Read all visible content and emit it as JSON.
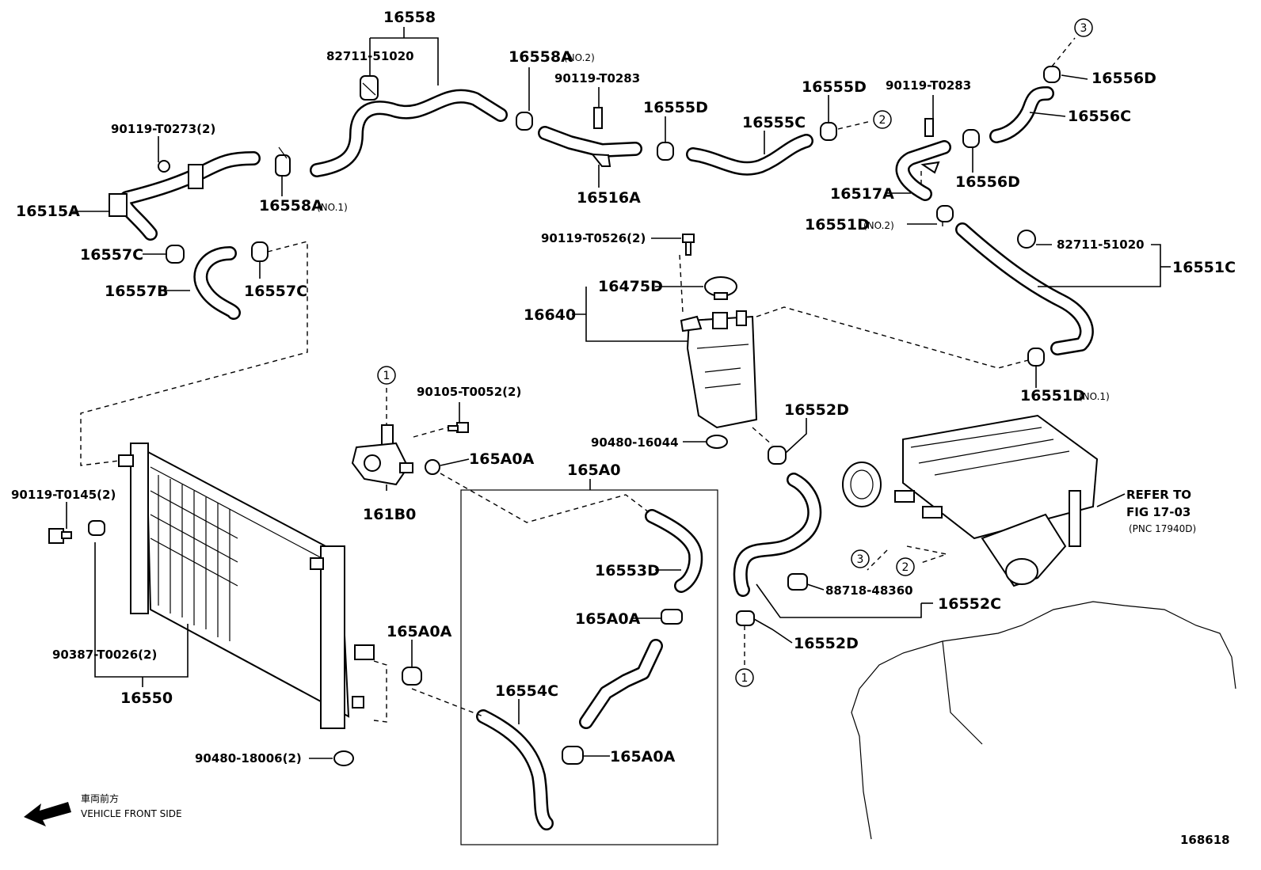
{
  "labels": {
    "p16558": "16558",
    "p82711_51020_a": "82711-51020",
    "p16558A_no2": "16558A",
    "p16558A_no2_note": "(NO.2)",
    "p90119_T0283_a": "90119-T0283",
    "p16555D_a": "16555D",
    "p16555D_b": "16555D",
    "p90119_T0283_b": "90119-T0283",
    "p16556D_a": "16556D",
    "p16556C": "16556C",
    "p16555C": "16555C",
    "p90119_T0273": "90119-T0273(2)",
    "p16515A": "16515A",
    "p16558A_no1": "16558A",
    "p16558A_no1_note": "(NO.1)",
    "p16516A": "16516A",
    "p16517A": "16517A",
    "p16556D_b": "16556D",
    "p16551D_no2": "16551D",
    "p16551D_no2_note": "(NO.2)",
    "p90119_T0526": "90119-T0526(2)",
    "p82711_51020_b": "82711-51020",
    "p16551C": "16551C",
    "p16557C_a": "16557C",
    "p16557B": "16557B",
    "p16557C_b": "16557C",
    "p16475D": "16475D",
    "p16640": "16640",
    "p16551D_no1": "16551D",
    "p16551D_no1_note": "(NO.1)",
    "p90105_T0052": "90105-T0052(2)",
    "p16552D_a": "16552D",
    "p90480_16044": "90480-16044",
    "p165A0A_a": "165A0A",
    "p165A0": "165A0",
    "p90119_T0145": "90119-T0145(2)",
    "p161B0": "161B0",
    "p16553D": "16553D",
    "p165A0A_b": "165A0A",
    "p88718_48360": "88718-48360",
    "p16552C": "16552C",
    "p90387_T0026": "90387-T0026(2)",
    "p165A0A_c": "165A0A",
    "p16552D_b": "16552D",
    "p16550": "16550",
    "p16554C": "16554C",
    "p165A0A_d": "165A0A",
    "p90480_18006": "90480-18006(2)",
    "refer1": "REFER TO",
    "refer2": "FIG 17-03",
    "refer3": "(PNC 17940D)",
    "front_jp": "車両前方",
    "front_en": "VEHICLE FRONT SIDE",
    "fig_no": "168618"
  },
  "callouts": {
    "c1_top": "1",
    "c1_bottom": "1",
    "c2_upper": "2",
    "c2_lower": "2",
    "c3_upper": "3",
    "c3_lower": "3"
  }
}
